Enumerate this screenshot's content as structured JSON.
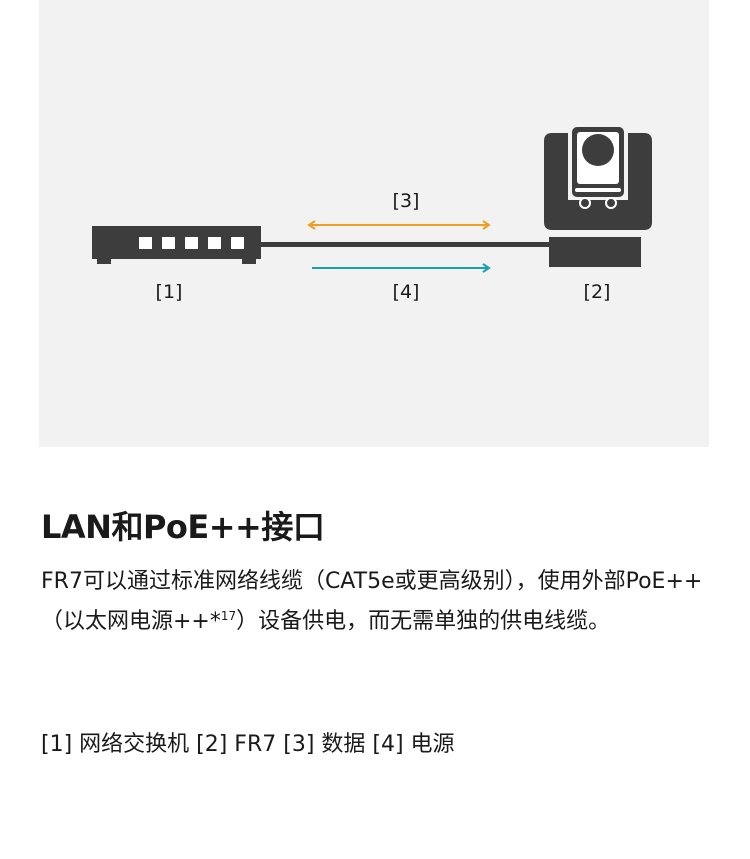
{
  "diagram": {
    "label_data": "[3]",
    "label_switch": "[1]",
    "label_power": "[4]",
    "label_camera": "[2]",
    "colors": {
      "panel": "#f2f2f2",
      "device": "#3d3d3d",
      "data_arrow": "#f0a020",
      "power_arrow": "#1aa0b0"
    }
  },
  "heading": "LAN和PoE++接口",
  "paragraph_before_sup": "FR7可以通过标准网络线缆（CAT5e或更高级别），使用外部PoE++（以太网电源++*",
  "paragraph_sup": "17",
  "paragraph_after_sup": "）设备供电，而无需单独的供电线缆。",
  "legend": "[1] 网络交换机 [2] FR7 [3] 数据 [4] 电源"
}
